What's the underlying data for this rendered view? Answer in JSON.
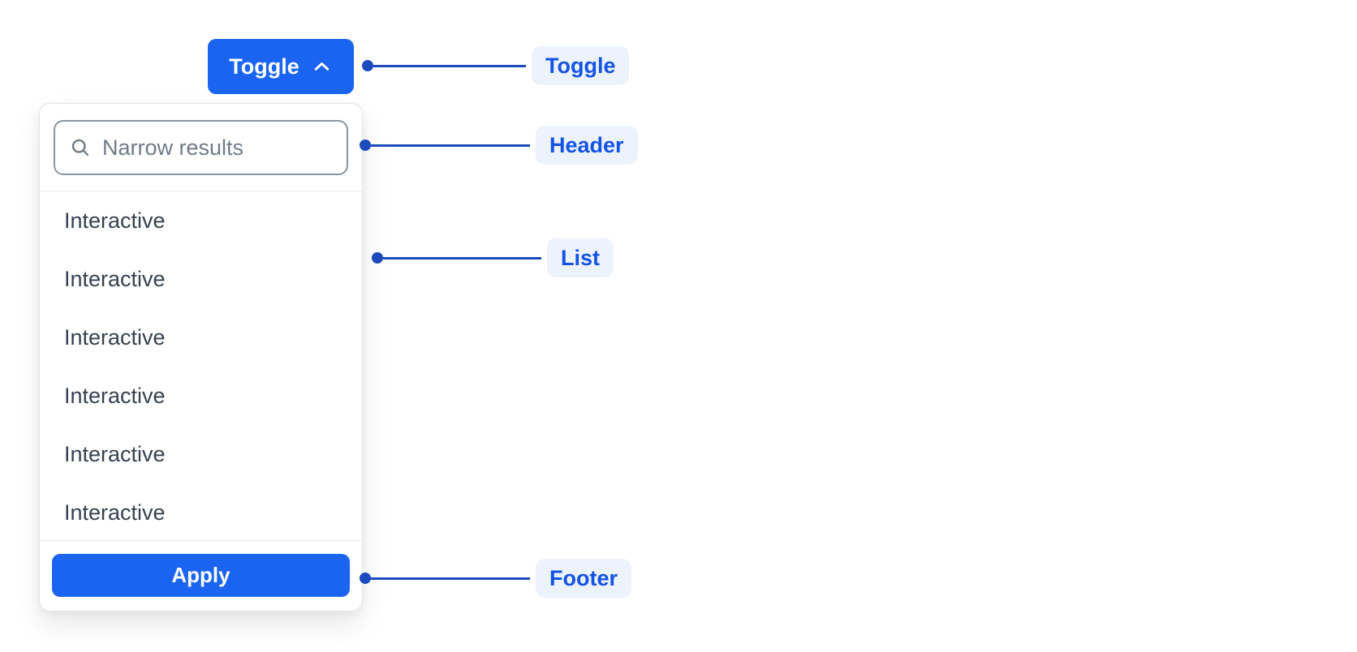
{
  "colors": {
    "primary_blue": "#1B64F2",
    "annotation_blue": "#1C4BBE",
    "annotation_label_blue": "#1453E8",
    "annotation_pill_bg": "#EDF3FC",
    "panel_border": "#E2E4E8",
    "divider": "#E8EAEC",
    "input_border": "#8A93A2",
    "placeholder_gray": "#707A89",
    "list_text": "#374151"
  },
  "toggle_button": {
    "label": "Toggle",
    "icon": "chevron-up-icon"
  },
  "dropdown": {
    "header": {
      "icon": "search-icon",
      "search_placeholder": "Narrow results",
      "search_value": ""
    },
    "list": {
      "items": [
        "Interactive",
        "Interactive",
        "Interactive",
        "Interactive",
        "Interactive",
        "Interactive"
      ]
    },
    "footer": {
      "apply_label": "Apply"
    }
  },
  "annotations": {
    "toggle": {
      "label": "Toggle"
    },
    "header": {
      "label": "Header"
    },
    "list": {
      "label": "List"
    },
    "footer": {
      "label": "Footer"
    }
  }
}
